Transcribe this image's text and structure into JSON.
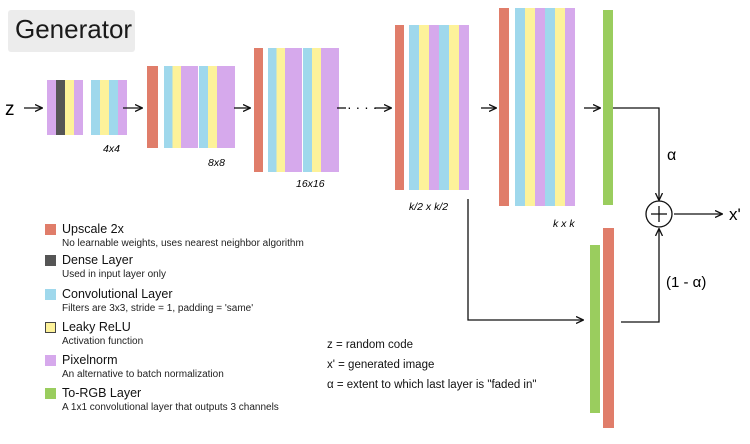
{
  "title": "Generator",
  "input_label": "z",
  "output_label": "x'",
  "alpha_label": "α",
  "one_minus_alpha_label": "(1 - α)",
  "plus_symbol": "+",
  "dots": "· · · ·",
  "resolution_labels": {
    "r4": "4x4",
    "r8": "8x8",
    "r16": "16x16",
    "rk2": "k/2 x k/2",
    "rk": "k x k"
  },
  "colors": {
    "upscale": "#e07d6a",
    "dense": "#555555",
    "conv": "#9fd8ec",
    "leaky": "#fdf29a",
    "pixelnorm": "#d6a9ec",
    "torgb": "#9acd5e",
    "title_bg": "#ececec"
  },
  "legend": [
    {
      "key": "upscale",
      "name": "Upscale 2x",
      "desc": "No learnable weights, uses nearest neighbor algorithm"
    },
    {
      "key": "dense",
      "name": "Dense Layer",
      "desc": "Used in input layer only"
    },
    {
      "key": "conv",
      "name": "Convolutional Layer",
      "desc": "Filters are 3x3, stride = 1,  padding = 'same'"
    },
    {
      "key": "leaky",
      "name": "Leaky ReLU",
      "desc": "Activation function"
    },
    {
      "key": "pixelnorm",
      "name": "Pixelnorm",
      "desc": "An alternative to batch normalization"
    },
    {
      "key": "torgb",
      "name": "To-RGB Layer",
      "desc": "A 1x1 convolutional layer that outputs 3 channels"
    }
  ],
  "notes": [
    "z = random code",
    "x' = generated image",
    "α = extent to which last layer is \"faded in\""
  ]
}
